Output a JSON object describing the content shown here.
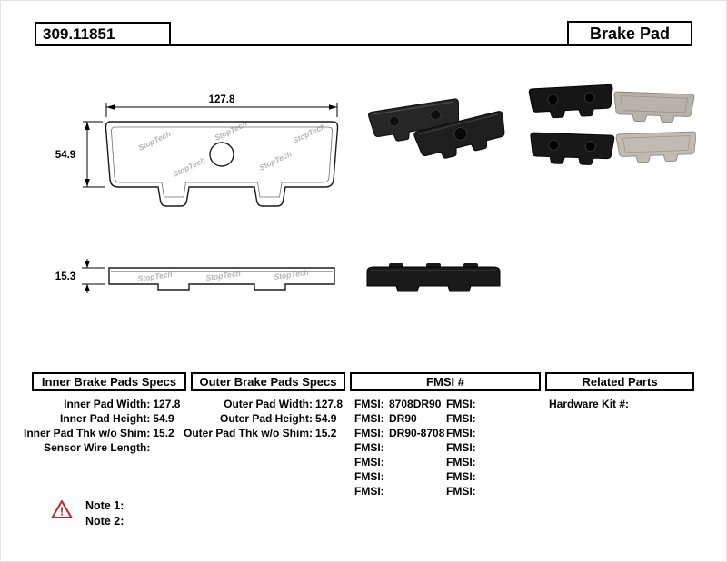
{
  "header": {
    "part_number": "309.11851",
    "title": "Brake Pad"
  },
  "diagram": {
    "watermark": "StopTech",
    "front_view": {
      "width_label": "127.8",
      "height_label": "54.9"
    },
    "side_view": {
      "thickness_label": "15.3"
    }
  },
  "specs": {
    "inner": {
      "title": "Inner Brake Pads Specs",
      "rows": [
        {
          "label": "Inner Pad Width:",
          "value": "127.8"
        },
        {
          "label": "Inner Pad Height:",
          "value": "54.9"
        },
        {
          "label": "Inner Pad Thk w/o Shim:",
          "value": "15.2"
        },
        {
          "label": "Sensor Wire Length:",
          "value": ""
        }
      ]
    },
    "outer": {
      "title": "Outer Brake Pads Specs",
      "rows": [
        {
          "label": "Outer Pad Width:",
          "value": "127.8"
        },
        {
          "label": "Outer Pad Height:",
          "value": "54.9"
        },
        {
          "label": "Outer Pad Thk w/o Shim:",
          "value": "15.2"
        }
      ]
    },
    "fmsi": {
      "title": "FMSI #",
      "left_rows": [
        {
          "label": "FMSI:",
          "value": "8708DR90"
        },
        {
          "label": "FMSI:",
          "value": "DR90"
        },
        {
          "label": "FMSI:",
          "value": "DR90-8708"
        },
        {
          "label": "FMSI:",
          "value": ""
        },
        {
          "label": "FMSI:",
          "value": ""
        },
        {
          "label": "FMSI:",
          "value": ""
        },
        {
          "label": "FMSI:",
          "value": ""
        }
      ],
      "right_rows": [
        {
          "label": "FMSI:",
          "value": ""
        },
        {
          "label": "FMSI:",
          "value": ""
        },
        {
          "label": "FMSI:",
          "value": ""
        },
        {
          "label": "FMSI:",
          "value": ""
        },
        {
          "label": "FMSI:",
          "value": ""
        },
        {
          "label": "FMSI:",
          "value": ""
        },
        {
          "label": "FMSI:",
          "value": ""
        }
      ]
    },
    "related": {
      "title": "Related Parts",
      "rows": [
        {
          "label": "Hardware Kit #:",
          "value": ""
        }
      ]
    }
  },
  "notes": {
    "warning_icon": "!",
    "items": [
      {
        "label": "Note 1:"
      },
      {
        "label": "Note 2:"
      }
    ]
  }
}
